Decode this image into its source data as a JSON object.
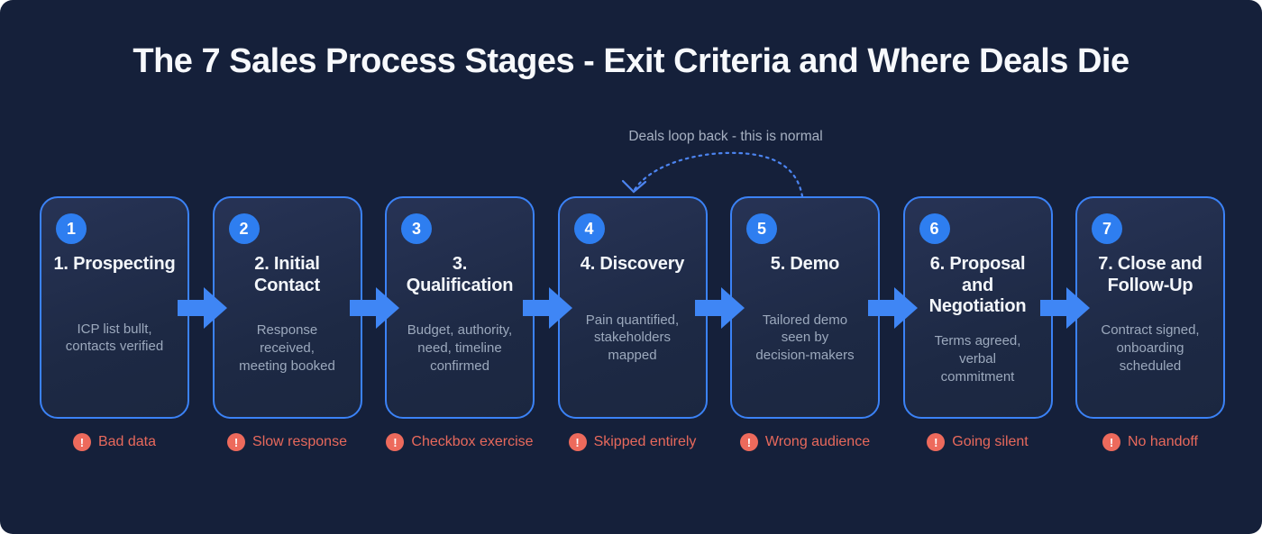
{
  "page": {
    "title": "The 7 Sales Process Stages - Exit Criteria and Where Deals Die",
    "loop_note": "Deals loop back - this is normal"
  },
  "colors": {
    "background": "#15203a",
    "card_background": "#1d2944",
    "card_border": "#3b82f6",
    "arrow_blue": "#3f86f5",
    "badge_blue": "#2e7ef0",
    "title_text": "#f7f9fc",
    "description_text": "#9ca9bd",
    "annotation_text": "#a7b1c2",
    "warning_red": "#e8695c"
  },
  "warning_icon_glyph": "!",
  "stages": [
    {
      "number": "1",
      "title": "1. Prospecting",
      "exit_criteria": "ICP list bullt,\ncontacts verified",
      "failure": "Bad data"
    },
    {
      "number": "2",
      "title": "2. Initial\nContact",
      "exit_criteria": "Response\nreceived,\nmeeting booked",
      "failure": "Slow response"
    },
    {
      "number": "3",
      "title": "3. Qualification",
      "exit_criteria": "Budget, authority,\nneed, timeline\nconfirmed",
      "failure": "Checkbox exercise"
    },
    {
      "number": "4",
      "title": "4. Discovery",
      "exit_criteria": "Pain quantified,\nstakeholders\nmapped",
      "failure": "Skipped entirely"
    },
    {
      "number": "5",
      "title": "5. Demo",
      "exit_criteria": "Tailored demo\nseen by\ndecision-makers",
      "failure": "Wrong audience"
    },
    {
      "number": "6",
      "title": "6. Proposal\nand\nNegotiation",
      "exit_criteria": "Terms agreed,\nverbal\ncommitment",
      "failure": "Going silent"
    },
    {
      "number": "7",
      "title": "7. Close and\nFollow-Up",
      "exit_criteria": "Contract signed,\nonboarding\nscheduled",
      "failure": "No handoff"
    }
  ]
}
